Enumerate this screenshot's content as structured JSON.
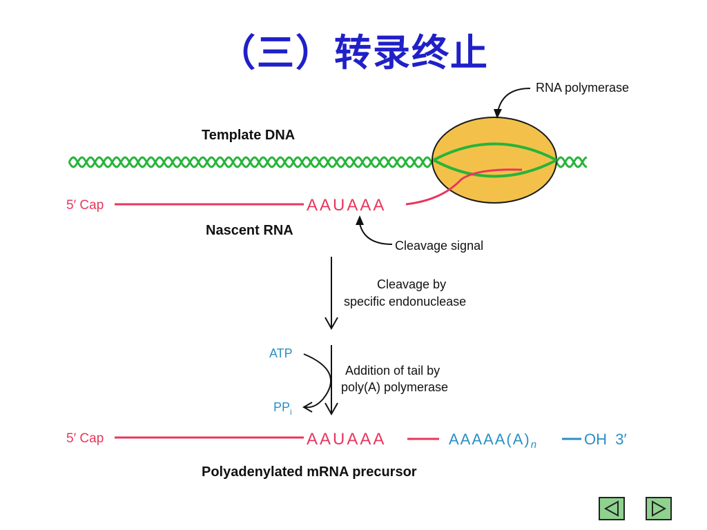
{
  "slide": {
    "title": "（三）转录终止"
  },
  "diagram": {
    "labels": {
      "rna_polymerase": "RNA polymerase",
      "template_dna": "Template DNA",
      "cap_top": "5′ Cap",
      "signal_top": "AAUAAA",
      "nascent_rna": "Nascent RNA",
      "cleavage_signal": "Cleavage signal",
      "cleavage_by_1": "Cleavage by",
      "cleavage_by_2": "specific endonuclease",
      "atp": "ATP",
      "pp": "PP",
      "pp_sub": "i",
      "addition_1": "Addition of tail by",
      "addition_2": "poly(A) polymerase",
      "cap_bottom": "5′ Cap",
      "signal_bottom": "AAUAAA",
      "polya_tail": "AAAAA(A)",
      "polya_sub": "n",
      "oh3": "OH  3′",
      "product": "Polyadenylated mRNA precursor"
    }
  },
  "colors": {
    "title": "#2020c8",
    "rna": "#e8365c",
    "dna": "#27b43a",
    "polymerase_fill": "#f3c14a",
    "tail": "#2a8fc6",
    "nav_button": "#8fd28f"
  },
  "navigation": {
    "prev_icon": "triangle-left-icon",
    "next_icon": "triangle-right-icon"
  }
}
